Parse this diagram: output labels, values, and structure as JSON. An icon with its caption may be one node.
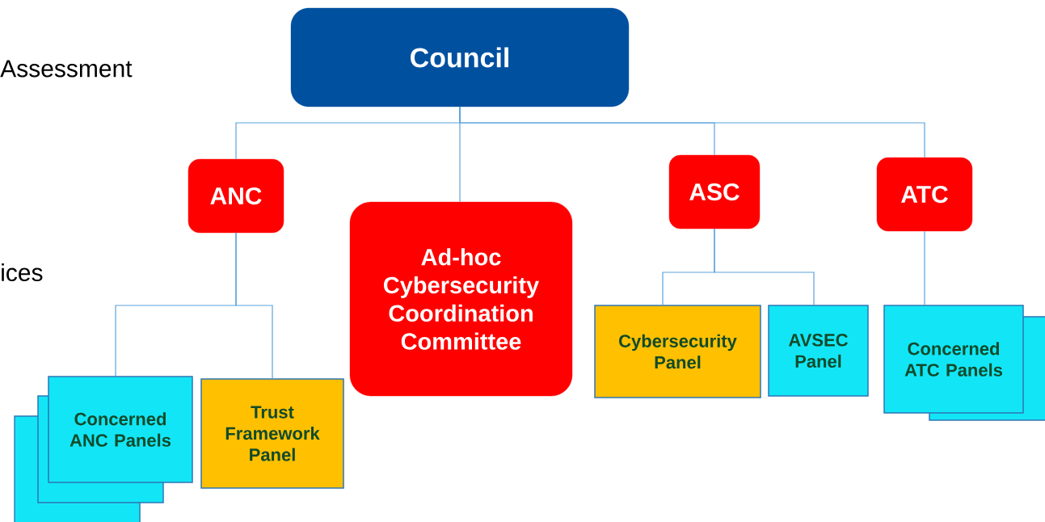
{
  "diagram": {
    "nodes": [
      {
        "text": [
          "Council"
        ]
      },
      {
        "text": [
          "ANC"
        ]
      },
      {
        "text": [
          "Ad-hoc Cybersecurity Coordination Committee"
        ]
      },
      {
        "text": [
          "ASC"
        ]
      },
      {
        "text": [
          "ATC"
        ]
      },
      {
        "text": [
          "Concerned ANC Panels"
        ]
      },
      {
        "text": [
          "Trust Framework Panel"
        ]
      },
      {
        "text": [
          "Cybersecurity Panel"
        ]
      },
      {
        "text": [
          "AVSEC Panel"
        ]
      },
      {
        "text": [
          "Concerned ATC Panels"
        ]
      }
    ],
    "edges": [
      {
        "from": 0,
        "to": 1,
        "arrow": "none"
      },
      {
        "from": 0,
        "to": 2,
        "arrow": "none"
      },
      {
        "from": 0,
        "to": 3,
        "arrow": "none"
      },
      {
        "from": 0,
        "to": 4,
        "arrow": "none"
      },
      {
        "from": 1,
        "to": 5,
        "arrow": "none"
      },
      {
        "from": 1,
        "to": 6,
        "arrow": "none"
      },
      {
        "from": 3,
        "to": 7,
        "arrow": "none"
      },
      {
        "from": 3,
        "to": 8,
        "arrow": "none"
      },
      {
        "from": 4,
        "to": 9,
        "arrow": "none"
      }
    ],
    "labels": [
      "Assessment",
      "ices"
    ]
  }
}
